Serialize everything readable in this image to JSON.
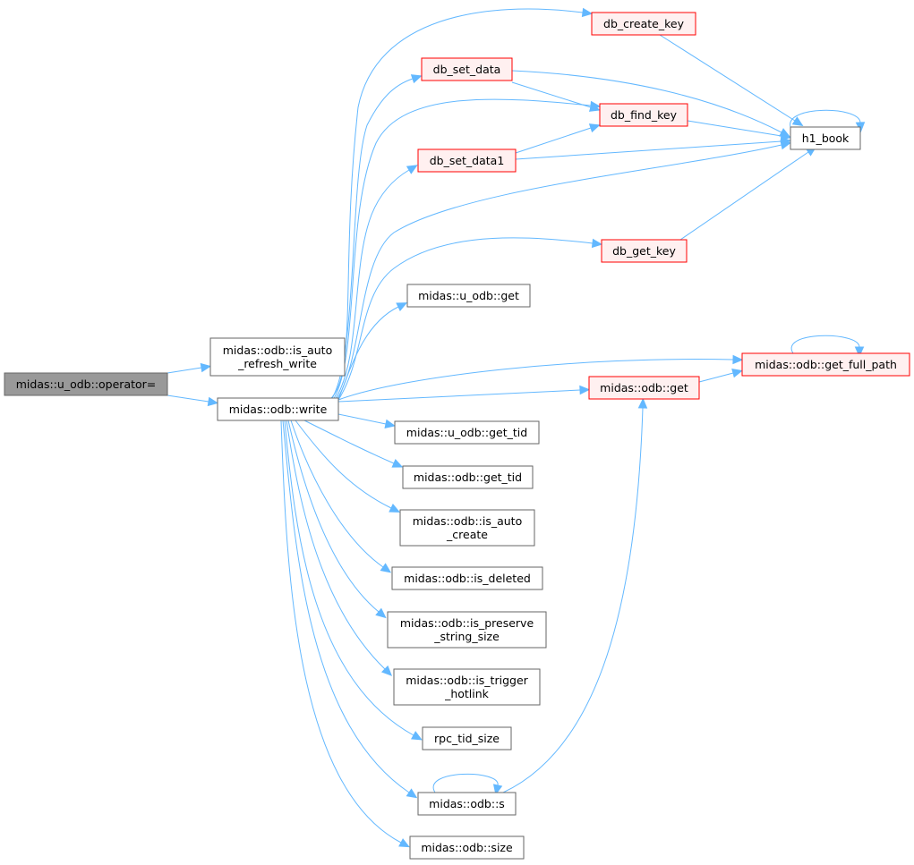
{
  "graph": {
    "nodes": [
      {
        "id": "u_odb_operator",
        "lines": [
          "midas::u_odb::operator="
        ]
      },
      {
        "id": "is_auto_refresh_write",
        "lines": [
          "midas::odb::is_auto",
          "_refresh_write"
        ]
      },
      {
        "id": "odb_write",
        "lines": [
          "midas::odb::write"
        ]
      },
      {
        "id": "db_create_key",
        "lines": [
          "db_create_key"
        ]
      },
      {
        "id": "db_set_data",
        "lines": [
          "db_set_data"
        ]
      },
      {
        "id": "db_find_key",
        "lines": [
          "db_find_key"
        ]
      },
      {
        "id": "db_set_data1",
        "lines": [
          "db_set_data1"
        ]
      },
      {
        "id": "h1_book",
        "lines": [
          "h1_book"
        ]
      },
      {
        "id": "db_get_key",
        "lines": [
          "db_get_key"
        ]
      },
      {
        "id": "u_odb_get",
        "lines": [
          "midas::u_odb::get"
        ]
      },
      {
        "id": "get_full_path",
        "lines": [
          "midas::odb::get_full_path"
        ]
      },
      {
        "id": "odb_get",
        "lines": [
          "midas::odb::get"
        ]
      },
      {
        "id": "u_odb_get_tid",
        "lines": [
          "midas::u_odb::get_tid"
        ]
      },
      {
        "id": "odb_get_tid",
        "lines": [
          "midas::odb::get_tid"
        ]
      },
      {
        "id": "is_auto_create",
        "lines": [
          "midas::odb::is_auto",
          "_create"
        ]
      },
      {
        "id": "is_deleted",
        "lines": [
          "midas::odb::is_deleted"
        ]
      },
      {
        "id": "is_preserve_string_size",
        "lines": [
          "midas::odb::is_preserve",
          "_string_size"
        ]
      },
      {
        "id": "is_trigger_hotlink",
        "lines": [
          "midas::odb::is_trigger",
          "_hotlink"
        ]
      },
      {
        "id": "rpc_tid_size",
        "lines": [
          "rpc_tid_size"
        ]
      },
      {
        "id": "odb_s",
        "lines": [
          "midas::odb::s"
        ]
      },
      {
        "id": "odb_size",
        "lines": [
          "midas::odb::size"
        ]
      }
    ],
    "edges": [
      {
        "from": "u_odb_operator",
        "to": "is_auto_refresh_write"
      },
      {
        "from": "u_odb_operator",
        "to": "odb_write"
      },
      {
        "from": "odb_write",
        "to": "db_create_key"
      },
      {
        "from": "odb_write",
        "to": "db_set_data"
      },
      {
        "from": "odb_write",
        "to": "db_find_key"
      },
      {
        "from": "odb_write",
        "to": "db_set_data1"
      },
      {
        "from": "odb_write",
        "to": "h1_book"
      },
      {
        "from": "odb_write",
        "to": "db_get_key"
      },
      {
        "from": "odb_write",
        "to": "u_odb_get"
      },
      {
        "from": "odb_write",
        "to": "get_full_path"
      },
      {
        "from": "odb_write",
        "to": "odb_get"
      },
      {
        "from": "odb_write",
        "to": "u_odb_get_tid"
      },
      {
        "from": "odb_write",
        "to": "odb_get_tid"
      },
      {
        "from": "odb_write",
        "to": "is_auto_create"
      },
      {
        "from": "odb_write",
        "to": "is_deleted"
      },
      {
        "from": "odb_write",
        "to": "is_preserve_string_size"
      },
      {
        "from": "odb_write",
        "to": "is_trigger_hotlink"
      },
      {
        "from": "odb_write",
        "to": "rpc_tid_size"
      },
      {
        "from": "odb_write",
        "to": "odb_s"
      },
      {
        "from": "odb_write",
        "to": "odb_size"
      },
      {
        "from": "db_create_key",
        "to": "h1_book"
      },
      {
        "from": "db_set_data",
        "to": "db_find_key"
      },
      {
        "from": "db_set_data",
        "to": "h1_book"
      },
      {
        "from": "db_find_key",
        "to": "h1_book"
      },
      {
        "from": "db_set_data1",
        "to": "db_find_key"
      },
      {
        "from": "db_set_data1",
        "to": "h1_book"
      },
      {
        "from": "db_get_key",
        "to": "h1_book"
      },
      {
        "from": "h1_book",
        "to": "h1_book"
      },
      {
        "from": "get_full_path",
        "to": "get_full_path"
      },
      {
        "from": "odb_get",
        "to": "get_full_path"
      },
      {
        "from": "odb_s",
        "to": "odb_s"
      },
      {
        "from": "odb_s",
        "to": "odb_get"
      }
    ]
  },
  "colors": {
    "edge": "#63b8ff",
    "node_border": "#666666",
    "node_fill": "#ffffff",
    "highlight_border": "#ff0000",
    "highlight_fill": "#fff0f0",
    "current_fill": "#999999"
  }
}
